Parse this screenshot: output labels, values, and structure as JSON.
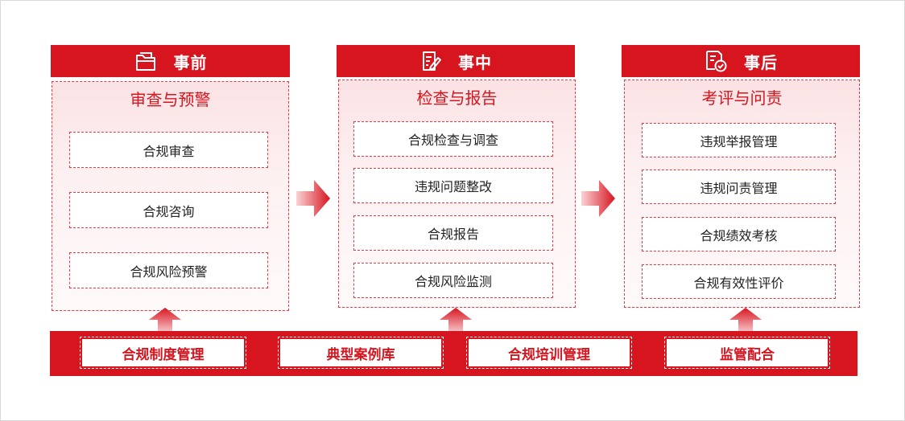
{
  "columns": [
    {
      "header": "事前",
      "icon": "folder-icon",
      "panel_title": "审查与预警",
      "items": [
        "合规审查",
        "合规咨询",
        "合规风险预警"
      ]
    },
    {
      "header": "事中",
      "icon": "edit-document-icon",
      "panel_title": "检查与报告",
      "items": [
        "合规检查与调查",
        "违规问题整改",
        "合规报告",
        "合规风险监测"
      ]
    },
    {
      "header": "事后",
      "icon": "check-document-icon",
      "panel_title": "考评与问责",
      "items": [
        "违规举报管理",
        "违规问责管理",
        "合规绩效考核",
        "合规有效性评价"
      ]
    }
  ],
  "foundation": [
    "合规制度管理",
    "典型案例库",
    "合规培训管理",
    "监管配合"
  ],
  "colors": {
    "accent": "#d7151f",
    "panel_fill": "#fdeef0"
  }
}
